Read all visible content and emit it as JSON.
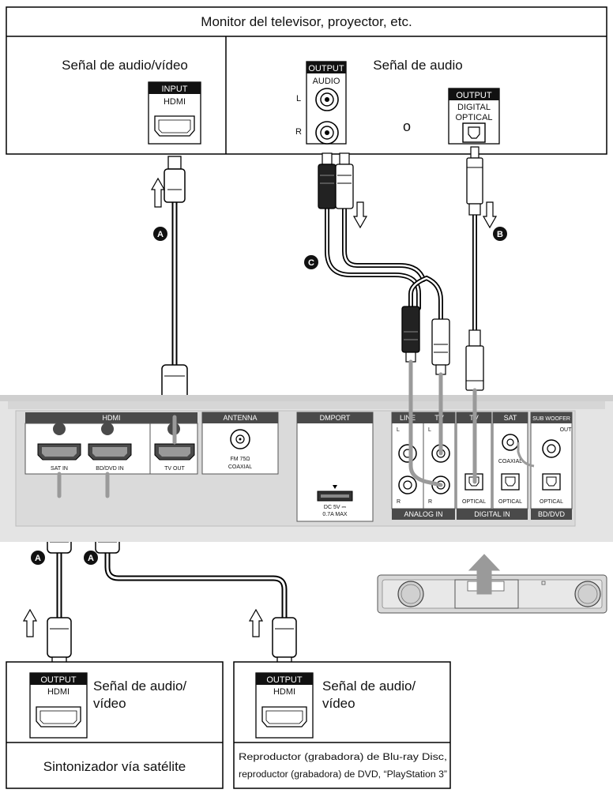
{
  "tv": {
    "title": "Monitor del televisor, proyector, etc.",
    "av_label": "Señal de audio/vídeo",
    "audio_label": "Señal de audio",
    "input_tag": "INPUT",
    "hdmi": "HDMI",
    "output_tag": "OUTPUT",
    "audio": "AUDIO",
    "left": "L",
    "right": "R",
    "or": "o",
    "output_tag2": "OUTPUT",
    "digital": "DIGITAL",
    "optical": "OPTICAL"
  },
  "cables": {
    "a": "A",
    "b": "B",
    "c": "C"
  },
  "panel": {
    "hdmi_group": "HDMI",
    "sat_in": "SAT IN",
    "bd_dvd_in": "BD/DVD IN",
    "tv_out": "TV OUT",
    "antenna": "ANTENNA",
    "fm": "FM 75Ω",
    "coaxial": "COAXIAL",
    "dmport": "DMPORT",
    "dc": "DC 5V ⎓",
    "max": "0.7A MAX",
    "line": "LINE",
    "tv": "TV",
    "l": "L",
    "r": "R",
    "analog_in": "ANALOG IN",
    "tv2": "TV",
    "sat": "SAT",
    "coaxial2": "COAXIAL",
    "optical_a": "OPTICAL",
    "optical_b": "OPTICAL",
    "digital_in": "DIGITAL IN",
    "sub": "SUB WOOFER",
    "out": "OUT",
    "optical_c": "OPTICAL",
    "bd_dvd": "BD/DVD"
  },
  "sat_box": {
    "output_tag": "OUTPUT",
    "hdmi": "HDMI",
    "signal_1": "Señal de audio/",
    "signal_2": "vídeo",
    "name": "Sintonizador vía satélite"
  },
  "bd_box": {
    "output_tag": "OUTPUT",
    "hdmi": "HDMI",
    "signal_1": "Señal de audio/",
    "signal_2": "vídeo",
    "caption_1": "Reproductor (grabadora) de Blu-ray Disc,",
    "caption_2": "reproductor (grabadora) de DVD, “PlayStation 3”"
  }
}
